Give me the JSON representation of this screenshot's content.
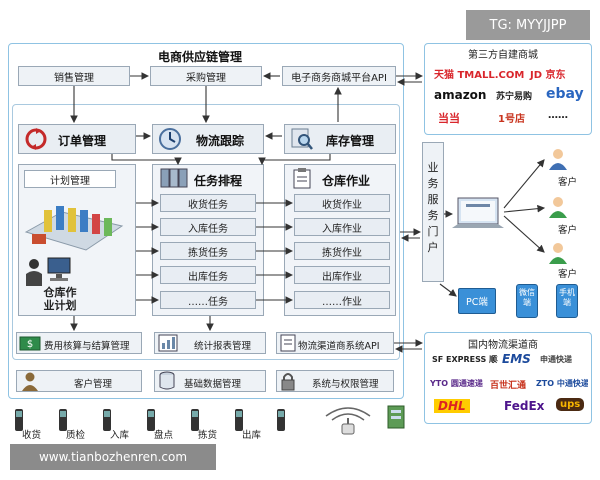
{
  "watermark_top": "TG: MYYJJPP",
  "watermark_bottom": "www.tianbozhenren.com",
  "main_title": "电商供应链管理",
  "top_row": [
    "销售管理",
    "采购管理",
    "电子商务商城平台API"
  ],
  "order_mgmt": "订单管理",
  "logistics": "物流跟踪",
  "inventory": "库存管理",
  "plan_mgmt": "计划管理",
  "task_schedule": "任务排程",
  "warehouse_ops": "仓库作业",
  "warehouse_plan": "仓库作\n业计划",
  "tasks": [
    "收货任务",
    "入库任务",
    "拣货任务",
    "出库任务",
    "……任务"
  ],
  "ops": [
    "收货作业",
    "入库作业",
    "拣货作业",
    "出库作业",
    "……作业"
  ],
  "bottom_row1": [
    "费用核算与结算管理",
    "统计报表管理",
    "物流渠道商系统API"
  ],
  "bottom_row2": [
    "客户管理",
    "基础数据管理",
    "系统与权限管理"
  ],
  "portal": "业务服务门户",
  "third_party_title": "第三方自建商城",
  "malls": [
    "天猫 TMALL.COM",
    "JD 京东",
    "amazon",
    "苏宁易购",
    "ebay",
    "当当",
    "1号店",
    "……"
  ],
  "customers": [
    "客户",
    "客户",
    "客户"
  ],
  "devices": [
    "PC端",
    "微信端",
    "手机端"
  ],
  "logistics_title": "国内物流渠道商",
  "carriers": [
    "SF EXPRESS 顺丰速运",
    "EMS",
    "申通快递",
    "YTO 圆通速递",
    "百世汇通",
    "ZTO 中通快递",
    "DHL",
    "FedEx",
    "ups"
  ],
  "scanners": [
    "收货",
    "质检",
    "入库",
    "盘点",
    "拣货",
    "出库"
  ],
  "colors": {
    "panel_border": "#8fc3e3",
    "box_bg": "#eef2f6",
    "arrow": "#333333",
    "accent": "#d9262c"
  }
}
